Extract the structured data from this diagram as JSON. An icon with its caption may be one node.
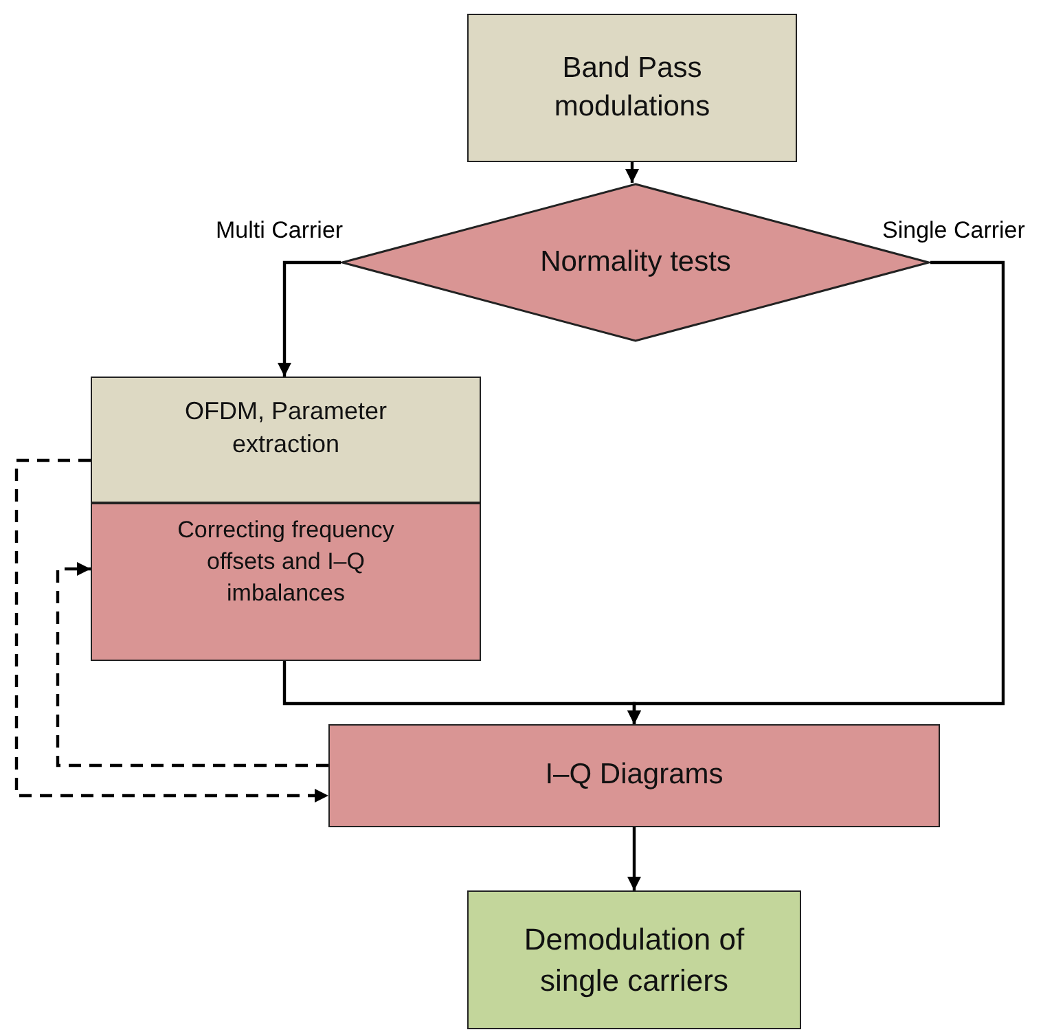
{
  "diagram": {
    "nodes": [
      {
        "text": [
          "Band Pass modulations"
        ]
      },
      {
        "text": [
          "Normality tests"
        ]
      },
      {
        "text": [
          "OFDM, Parameter extraction"
        ]
      },
      {
        "text": [
          "Correcting frequency offsets and I–Q imbalances"
        ]
      },
      {
        "text": [
          "I–Q Diagrams"
        ]
      },
      {
        "text": [
          "Demodulation of single carriers"
        ]
      }
    ],
    "edges": [
      {
        "from": 0,
        "to": 1,
        "arrow": "to"
      },
      {
        "from": 1,
        "to": 2,
        "arrow": "to",
        "label": "Multi Carrier"
      },
      {
        "from": 1,
        "to": 4,
        "arrow": "to",
        "label": "Single Carrier"
      },
      {
        "from": 3,
        "to": 4,
        "arrow": "to"
      },
      {
        "from": 4,
        "to": 3,
        "arrow": "to",
        "style": "dashed"
      },
      {
        "from": 2,
        "to": 4,
        "arrow": "to",
        "style": "dashed"
      },
      {
        "from": 4,
        "to": 5,
        "arrow": "to"
      }
    ]
  }
}
